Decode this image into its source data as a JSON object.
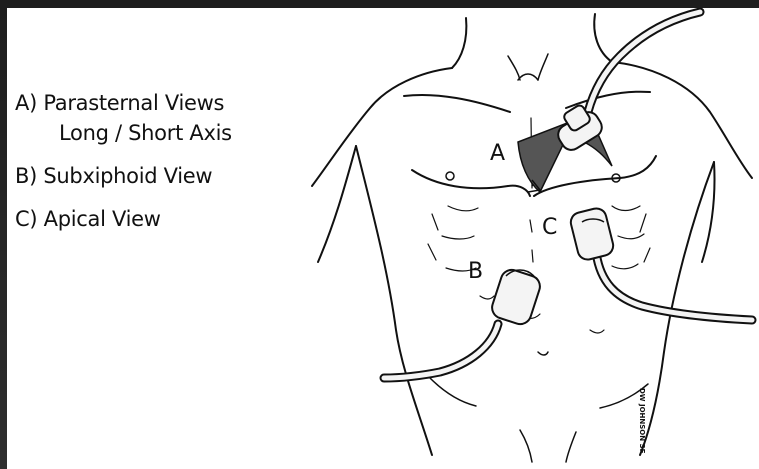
{
  "legend": {
    "a_line1": "A) Parasternal Views",
    "a_line2": "Long / Short Axis",
    "b": "B) Subxiphoid View",
    "c": "C) Apical View"
  },
  "labels": {
    "a": "A",
    "b": "B",
    "c": "C"
  },
  "signature": "DW JOHNSON SF",
  "colors": {
    "outline": "#111111",
    "sector": "#555555",
    "probe": "#f4f4f4",
    "frame": "#2b2b2b"
  }
}
